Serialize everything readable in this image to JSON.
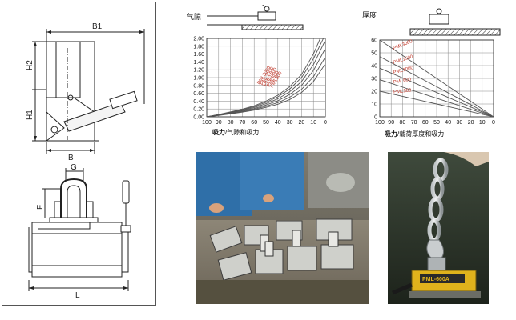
{
  "drawing": {
    "dims": {
      "b1": "B1",
      "h2": "H2",
      "h1": "H1",
      "b": "B",
      "g": "G",
      "f": "F",
      "l": "L"
    }
  },
  "chart_air_gap": {
    "top_label": "气隙",
    "caption_bold": "吸力",
    "caption_rest": "/气隙和吸力"
  },
  "chart_thickness": {
    "top_label": "厚度",
    "caption_bold": "吸力",
    "caption_rest": "/载荷厚度和吸力"
  },
  "chart_data": [
    {
      "type": "line",
      "x": [
        100,
        90,
        80,
        70,
        60,
        50,
        40,
        30,
        20,
        10,
        0
      ],
      "xlim": [
        100,
        0
      ],
      "yticks": [
        "2.00",
        "1.80",
        "1.60",
        "1.40",
        "1.20",
        "1.00",
        "0.80",
        "0.60",
        "0.40",
        "0.20",
        "0.00"
      ],
      "ylim": [
        0,
        2.0
      ],
      "grid": true,
      "series": [
        {
          "name": "PML3000",
          "values": [
            0.0,
            0.035,
            0.075,
            0.12,
            0.17,
            0.24,
            0.32,
            0.44,
            0.62,
            0.9,
            1.35
          ]
        },
        {
          "name": "PML2000",
          "values": [
            0.0,
            0.04,
            0.085,
            0.135,
            0.19,
            0.27,
            0.36,
            0.5,
            0.7,
            1.02,
            1.52
          ]
        },
        {
          "name": "PML1000",
          "values": [
            0.0,
            0.045,
            0.095,
            0.15,
            0.21,
            0.3,
            0.41,
            0.57,
            0.8,
            1.18,
            1.74
          ]
        },
        {
          "name": "PML600",
          "values": [
            0.0,
            0.05,
            0.105,
            0.165,
            0.235,
            0.335,
            0.46,
            0.64,
            0.9,
            1.33,
            1.95
          ]
        },
        {
          "name": "PML300",
          "values": [
            0.0,
            0.055,
            0.115,
            0.18,
            0.26,
            0.37,
            0.51,
            0.71,
            1.0,
            1.48,
            2.1
          ]
        },
        {
          "name": "",
          "values": [
            0.0,
            0.06,
            0.125,
            0.195,
            0.28,
            0.4,
            0.55,
            0.77,
            1.08,
            1.6,
            2.3
          ]
        }
      ]
    },
    {
      "type": "line",
      "x": [
        100,
        90,
        80,
        70,
        60,
        50,
        40,
        30,
        20,
        10,
        0
      ],
      "xlim": [
        100,
        0
      ],
      "yticks": [
        "60",
        "50",
        "40",
        "30",
        "20",
        "10",
        "0"
      ],
      "ylim": [
        0,
        60
      ],
      "grid": true,
      "series": [
        {
          "name": "PML3000",
          "values": [
            60,
            54,
            48,
            42,
            36,
            30,
            24,
            18,
            12,
            6,
            0
          ]
        },
        {
          "name": "PML1500",
          "values": [
            47,
            42.3,
            37.6,
            32.9,
            28.2,
            23.5,
            18.8,
            14.1,
            9.4,
            4.7,
            0
          ]
        },
        {
          "name": "PML1000",
          "values": [
            38,
            34.2,
            30.4,
            26.6,
            22.8,
            19,
            15.2,
            11.4,
            7.6,
            3.8,
            0
          ]
        },
        {
          "name": "PML600",
          "values": [
            29,
            26.1,
            23.2,
            20.3,
            17.4,
            14.5,
            11.6,
            8.7,
            5.8,
            2.9,
            0
          ]
        },
        {
          "name": "PML300",
          "values": [
            20,
            18,
            16,
            14,
            12,
            10,
            8,
            6,
            4,
            2,
            0
          ]
        }
      ]
    }
  ],
  "photo_right": {
    "plate_text": "PML-600A"
  },
  "colors": {
    "curve": "#555555",
    "series_label": "#c0392b",
    "grid": "#888888"
  }
}
